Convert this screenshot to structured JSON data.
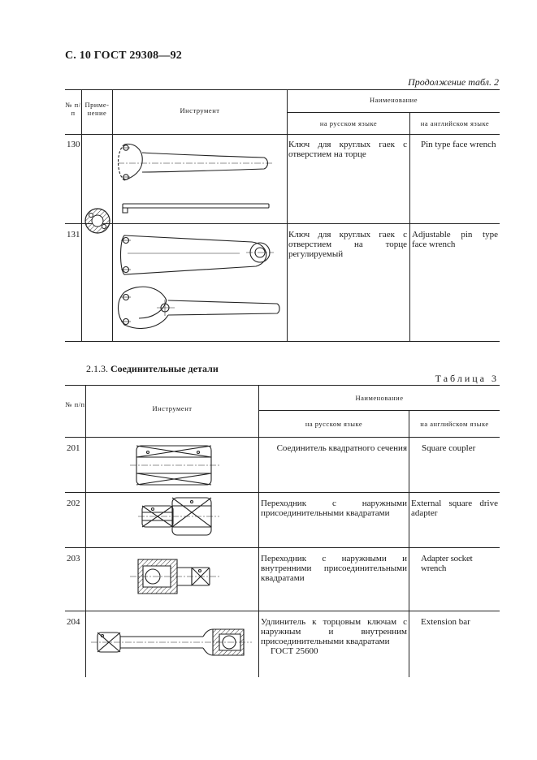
{
  "page_header": "С. 10 ГОСТ 29308—92",
  "continuation_label": "Продолжение табл. 2",
  "table2": {
    "col_no": "№ п/п",
    "col_use": "Приме-нение",
    "col_tool": "Инструмент",
    "col_name": "Наименование",
    "col_ru": "на русском языке",
    "col_en": "на английском языке",
    "rows": [
      {
        "no": "130",
        "ru": "Ключ для круглых гаек с отверстием на торце",
        "en": "Pin type face wrench"
      },
      {
        "no": "131",
        "ru": "Ключ для круглых гаек с отверстием на торце регулируемый",
        "en": "Adjustable pin type face wrench"
      }
    ]
  },
  "section": {
    "number": "2.1.3.",
    "title": "Соединительные детали"
  },
  "table3": {
    "label": "Таблица 3",
    "col_no": "№ п/п",
    "col_tool": "Инструмент",
    "col_name": "Наименование",
    "col_ru": "на русском языке",
    "col_en": "на английском языке",
    "rows": [
      {
        "no": "201",
        "ru": "Соединитель квадратного сечения",
        "en": "Square coupler"
      },
      {
        "no": "202",
        "ru": "Переходник с наружными присоединительными квадратами",
        "en": "External square drive adapter"
      },
      {
        "no": "203",
        "ru": "Переходник с наружными и внутренними присоединительными квадратами",
        "en": "Adapter socket wrench"
      },
      {
        "no": "204",
        "ru": "Удлинитель к торцовым ключам с наружным и внутренним присоединительными квадратами",
        "ru_ref": "ГОСТ 25600",
        "en": "Extension bar"
      }
    ]
  }
}
